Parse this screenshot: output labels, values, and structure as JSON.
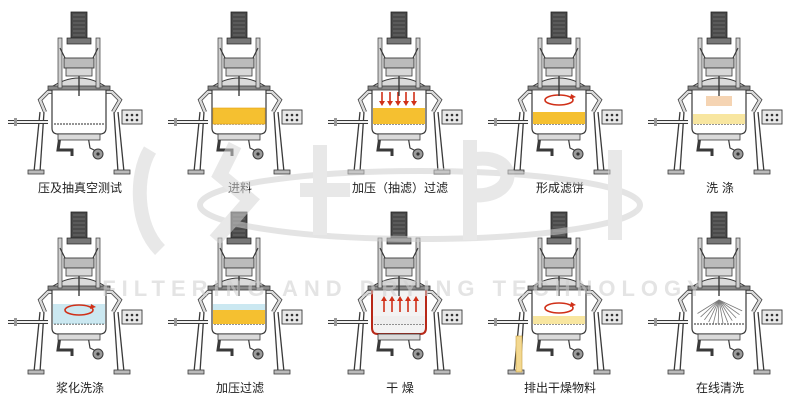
{
  "colors": {
    "steel": "#dadada",
    "steel_dark": "#8a8a8a",
    "outline": "#3a3a3a",
    "motor": "#4a4a4a",
    "slurry": "#f5c030",
    "slurry_dark": "#e4a010",
    "cake": "#f8e6a0",
    "arrow_red": "#d03018",
    "wash_blue": "#a8d8e8",
    "heat_red": "#b82818",
    "watermark": "#d0d0d0"
  },
  "watermark": {
    "text": "FILTERING AND DRYING TECHNOLOGY",
    "logo_icon": "stylized-company-logo"
  },
  "steps": [
    {
      "label": "压及抽真空测试",
      "state": "empty"
    },
    {
      "label": "进料",
      "state": "feed"
    },
    {
      "label": "加压（抽滤）过滤",
      "state": "filter-arrows"
    },
    {
      "label": "形成滤饼",
      "state": "cake-agitate"
    },
    {
      "label": "洗 涤",
      "state": "wash"
    },
    {
      "label": "浆化洗涤",
      "state": "reslurry"
    },
    {
      "label": "加压过滤",
      "state": "filter"
    },
    {
      "label": "干 燥",
      "state": "dry"
    },
    {
      "label": "排出干燥物料",
      "state": "discharge"
    },
    {
      "label": "在线清洗",
      "state": "cip"
    }
  ]
}
